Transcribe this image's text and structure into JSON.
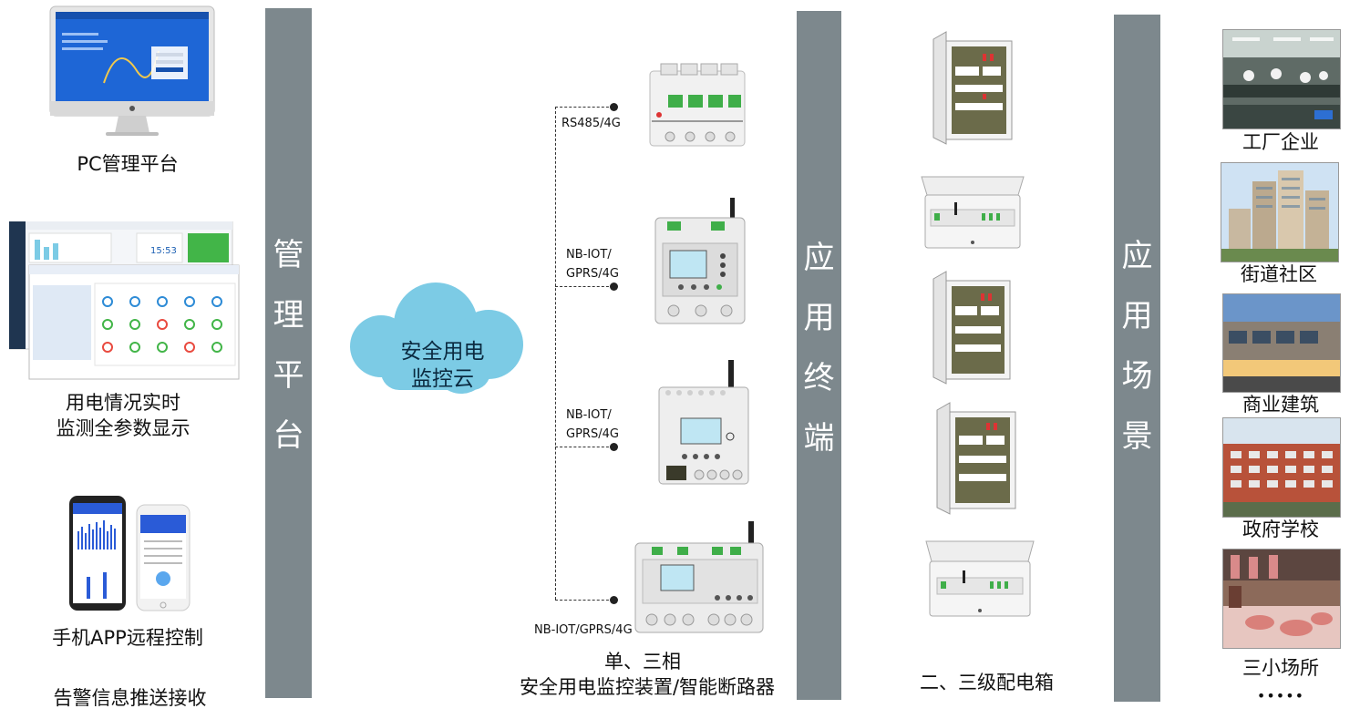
{
  "left": {
    "pc_caption": "PC管理平台",
    "monitor_caption_line1": "用电情况实时",
    "monitor_caption_line2": "监测全参数显示",
    "app_caption": "手机APP远程控制",
    "alarm_caption": "告警信息推送接收",
    "screen_time": "15:53"
  },
  "bars": {
    "platform": [
      "管",
      "理",
      "平",
      "台"
    ],
    "terminal": [
      "应",
      "用",
      "终",
      "端"
    ],
    "scene": [
      "应",
      "用",
      "场",
      "景"
    ]
  },
  "cloud": {
    "line1": "安全用电",
    "line2": "监控云",
    "color": "#7ccbe5"
  },
  "connections": [
    {
      "label": "RS485/4G"
    },
    {
      "label_line1": "NB-IOT/",
      "label_line2": "GPRS/4G"
    },
    {
      "label_line1": "NB-IOT/",
      "label_line2": "GPRS/4G"
    },
    {
      "label": "NB-IOT/GPRS/4G"
    }
  ],
  "devices_caption": {
    "line1": "单、三相",
    "line2": "安全用电监控装置/智能断路器"
  },
  "boxes_caption": "二、三级配电箱",
  "scenes": [
    "工厂企业",
    "街道社区",
    "商业建筑",
    "政府学校",
    "三小场所"
  ],
  "scenes_more": "•••••",
  "colors": {
    "bar": "#7d888d",
    "cloud": "#7ccbe5",
    "device_screen": "#bfe6f3",
    "antenna": "#222222"
  }
}
